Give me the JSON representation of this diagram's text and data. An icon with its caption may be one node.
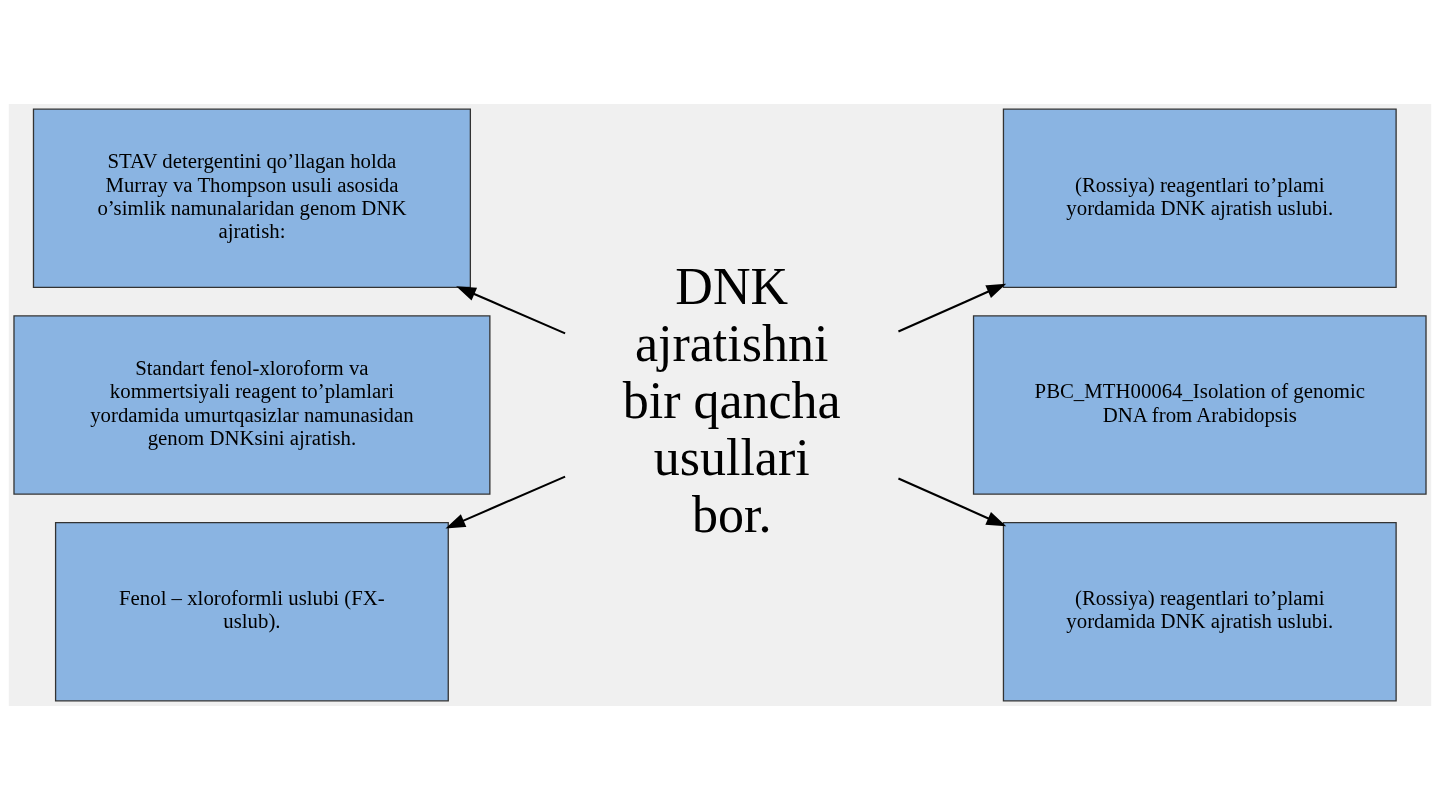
{
  "diagram": {
    "nodes": [
      {
        "text": [
          "STAV detergentini qo’llagan holda Murray va Thompson usuli asosida o’simlik namunalaridan genom DNK ajratish:"
        ]
      },
      {
        "text": [
          "Standart fenol-xloroform va kommertsiyali reagent to’plamlari yordamida umurtqasizlar namunasidan genom DNKsini ajratish."
        ]
      },
      {
        "text": [
          "Fenol – xloroformli uslubi (FX- uslub)."
        ]
      },
      {
        "text": [
          "DNK ajratishni bir qancha usullari bor."
        ]
      },
      {
        "text": [
          "(Rossiya) reagentlari to’plami yordamida DNK ajratish uslubi."
        ]
      },
      {
        "text": [
          "PBC_MTH00064_Isolation of genomic DNA from Arabidopsis"
        ]
      },
      {
        "text": [
          "(Rossiya) reagentlari to’plami yordamida DNK ajratish uslubi."
        ]
      }
    ],
    "edges": [
      {
        "from": 3,
        "to": 0,
        "arrow": "to"
      },
      {
        "from": 3,
        "to": 4,
        "arrow": "to"
      },
      {
        "from": 3,
        "to": 2,
        "arrow": "to"
      },
      {
        "from": 3,
        "to": 6,
        "arrow": "to"
      }
    ]
  }
}
